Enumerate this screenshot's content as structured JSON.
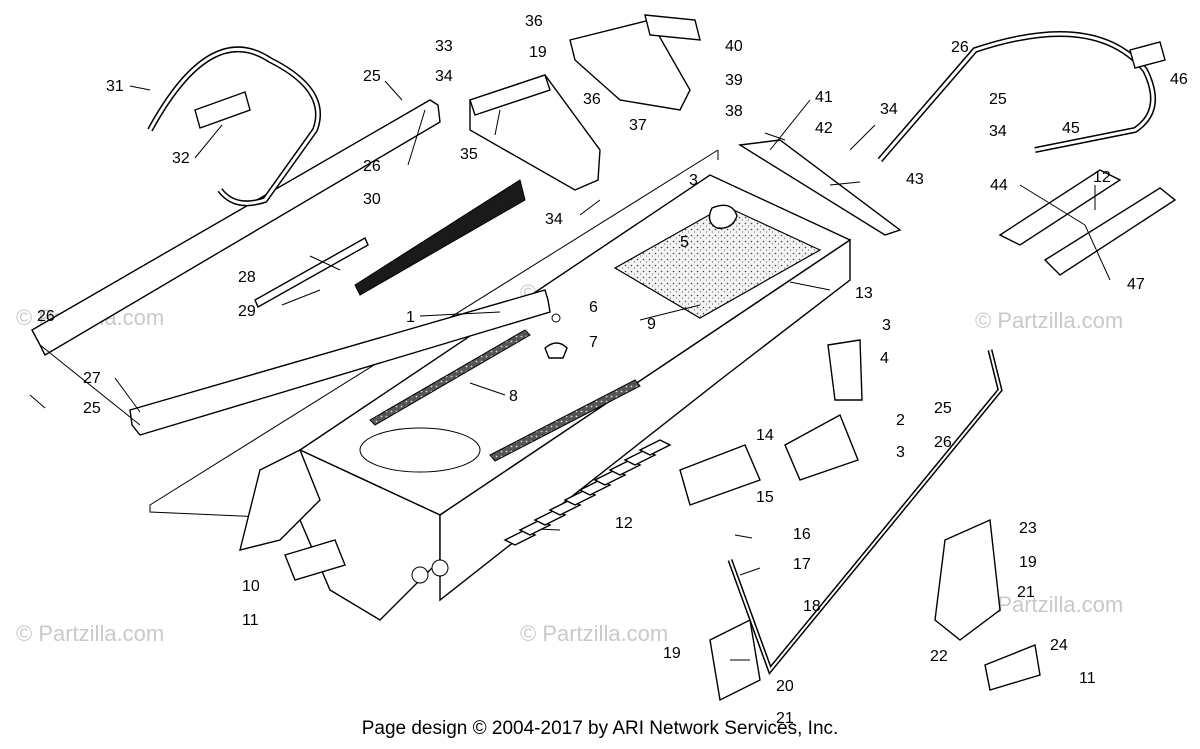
{
  "footer": {
    "copyright": "Page design © 2004-2017 by ARI Network Services, Inc."
  },
  "watermark": {
    "text": "© Partzilla.com",
    "color": "#c9c9c9"
  },
  "callouts": [
    "1",
    "2",
    "3",
    "4",
    "5",
    "6",
    "7",
    "8",
    "9",
    "10",
    "11",
    "12",
    "13",
    "14",
    "15",
    "16",
    "17",
    "18",
    "19",
    "20",
    "21",
    "22",
    "23",
    "24",
    "25",
    "26",
    "27",
    "28",
    "29",
    "30",
    "31",
    "32",
    "33",
    "34",
    "35",
    "36",
    "37",
    "38",
    "39",
    "40",
    "41",
    "42",
    "43",
    "44",
    "45",
    "46",
    "47"
  ]
}
